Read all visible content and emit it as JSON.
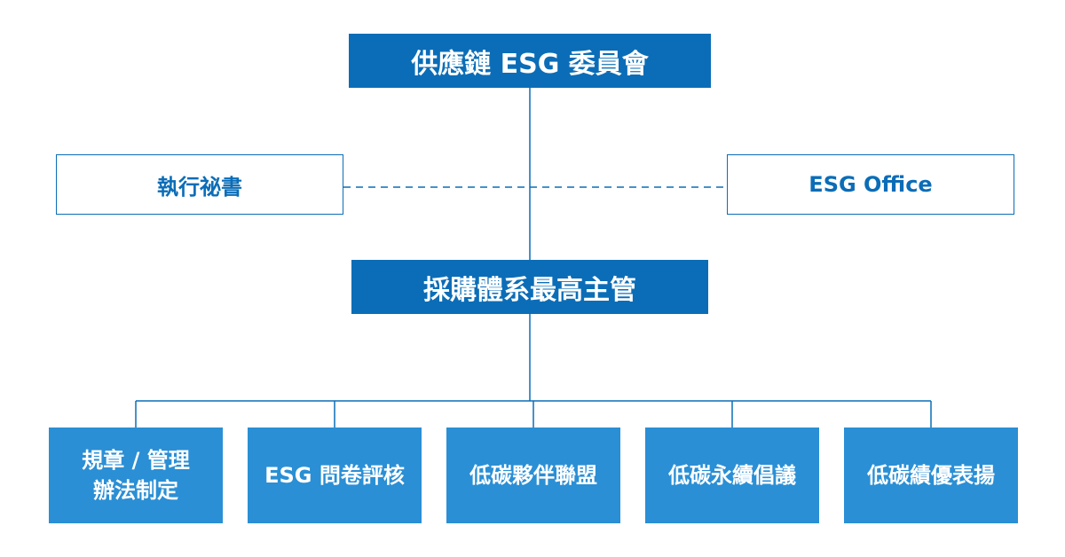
{
  "org_chart": {
    "committee": "供應鏈 ESG 委員會",
    "secretary": "執行祕書",
    "esg_office": "ESG Office",
    "procurement_head": "採購體系最高主管",
    "units": [
      {
        "line1": "規章 / 管理",
        "line2": "辦法制定"
      },
      {
        "line1": "ESG 問卷評核",
        "line2": ""
      },
      {
        "line1": "低碳夥伴聯盟",
        "line2": ""
      },
      {
        "line1": "低碳永續倡議",
        "line2": ""
      },
      {
        "line1": "低碳績優表揚",
        "line2": ""
      }
    ]
  },
  "colors": {
    "primary": "#0b6db7",
    "secondary": "#2a8fd5",
    "background": "#ffffff"
  }
}
